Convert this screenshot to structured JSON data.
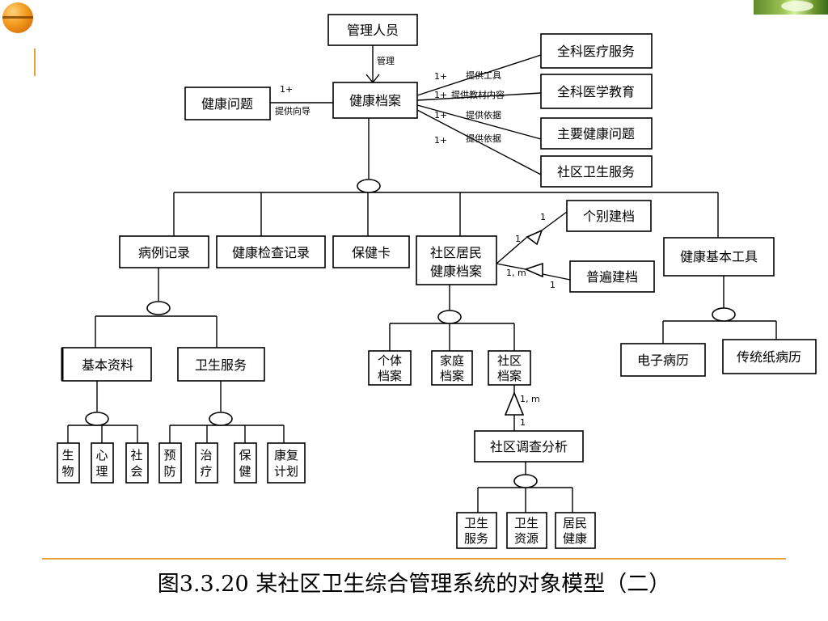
{
  "colors": {
    "accent": "#e8a13a",
    "background": "#ffffff",
    "line": "#000000"
  },
  "caption": "图3.3.20 某社区卫生综合管理系统的对象模型（二）",
  "boxes": {
    "manager": "管理人员",
    "health_record": "健康档案",
    "health_issue": "健康问题",
    "general_service": "全科医疗服务",
    "general_education": "全科医学教育",
    "main_health_issue": "主要健康问题",
    "community_service": "社区卫生服务",
    "case_record": "病例记录",
    "checkup_record": "健康检查记录",
    "health_card": "保健卡",
    "resident_record": [
      "社区居民",
      "健康档案"
    ],
    "individual_build": "个别建档",
    "general_build": "普遍建档",
    "basic_tools": "健康基本工具",
    "basic_info": "基本资料",
    "health_service": "卫生服务",
    "personal_file": [
      "个体",
      "档案"
    ],
    "family_file": [
      "家庭",
      "档案"
    ],
    "community_file": [
      "社区",
      "档案"
    ],
    "e_record": "电子病历",
    "paper_record": "传统纸病历",
    "bio": [
      "生",
      "物"
    ],
    "psych": [
      "心",
      "理"
    ],
    "social": [
      "社",
      "会"
    ],
    "prevention": [
      "预",
      "防"
    ],
    "treatment": [
      "治",
      "疗"
    ],
    "care": [
      "保",
      "健"
    ],
    "rehab": [
      "康复",
      "计划"
    ],
    "survey": "社区调查分析",
    "svc": [
      "卫生",
      "服务"
    ],
    "resource": [
      "卫生",
      "资源"
    ],
    "resident_health": [
      "居民",
      "健康"
    ]
  },
  "labels": {
    "manage": "管理",
    "guide": "提供向导",
    "guide_mult": "1+",
    "tools_mult": "1+",
    "tools": "提供工具",
    "materials_mult": "1+",
    "materials": "提供教材内容",
    "basis1_mult": "1+",
    "basis1": "提供依据",
    "basis2_mult": "1+",
    "basis2": "提供依据",
    "ind_one_a": "1",
    "ind_one_b": "1",
    "gen_many": "1, m",
    "gen_one": "1",
    "survey_many": "1, m",
    "survey_one": "1"
  }
}
